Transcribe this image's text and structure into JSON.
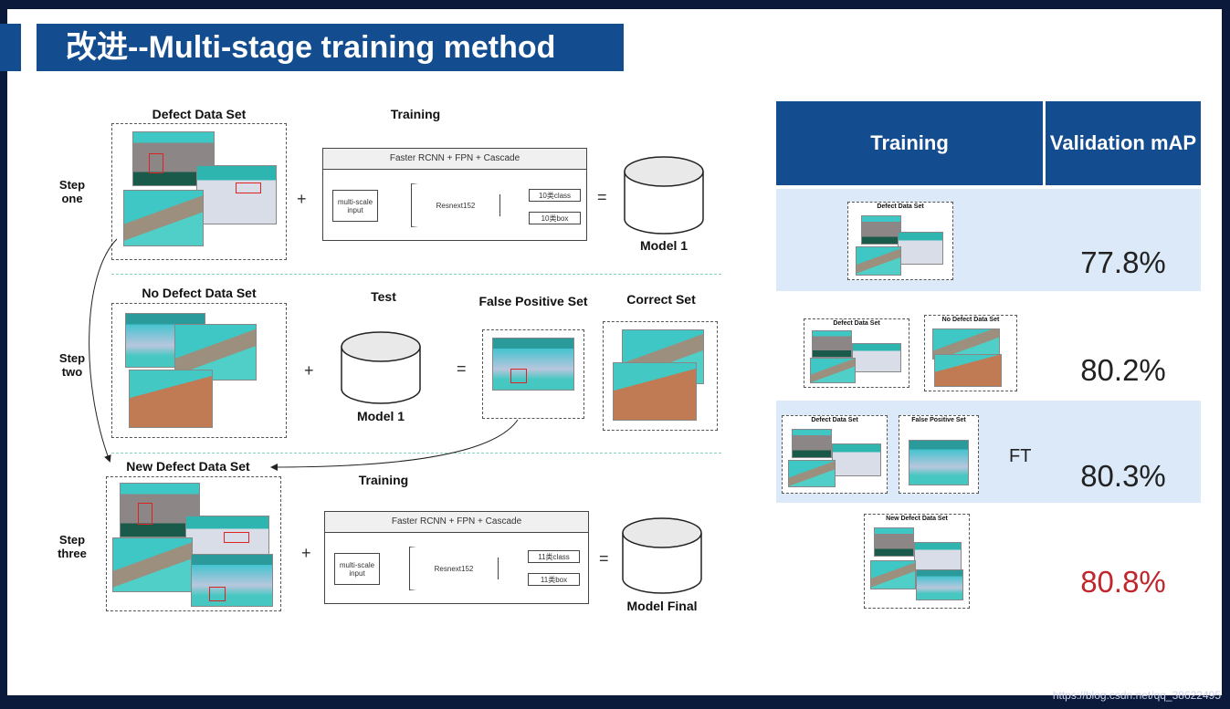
{
  "title": "改进--Multi-stage training method",
  "steps": {
    "one": "Step\none",
    "two": "Step\ntwo",
    "three": "Step\nthree"
  },
  "stage1": {
    "data_label": "Defect Data Set",
    "training_label": "Training",
    "net_title": "Faster RCNN + FPN + Cascade",
    "input": "multi-scale input",
    "backbone": "Resnext152",
    "out_class": "10类class",
    "out_box": "10类box",
    "model": "Model 1"
  },
  "stage2": {
    "data_label": "No Defect Data Set",
    "test_label": "Test",
    "model": "Model 1",
    "fp_label": "False Positive Set",
    "correct_label": "Correct Set"
  },
  "stage3": {
    "data_label": "New Defect Data Set",
    "training_label": "Training",
    "net_title": "Faster RCNN + FPN + Cascade",
    "input": "multi-scale input",
    "backbone": "Resnext152",
    "out_class": "11类class",
    "out_box": "11类box",
    "model": "Model Final"
  },
  "symbols": {
    "plus": "+",
    "equals": "="
  },
  "table": {
    "col_training": "Training",
    "col_map": "Validation mAP",
    "rows": [
      {
        "labels": [
          "Defect Data Set"
        ],
        "value": "77.8%",
        "color": "#222222"
      },
      {
        "labels": [
          "Defect Data Set",
          "No Defect Data Set"
        ],
        "value": "80.2%",
        "color": "#222222"
      },
      {
        "labels": [
          "Defect Data Set",
          "False Positive Set"
        ],
        "ft": "FT",
        "value": "80.3%",
        "color": "#222222"
      },
      {
        "labels": [
          "New Defect Data Set"
        ],
        "value": "80.8%",
        "color": "#c0262c"
      }
    ]
  },
  "watermark": "https://blog.csdn.net/qq_38622495",
  "colors": {
    "brand": "#134c8f",
    "highlight": "#c0262c",
    "row_alt": "#dbe9f8"
  }
}
